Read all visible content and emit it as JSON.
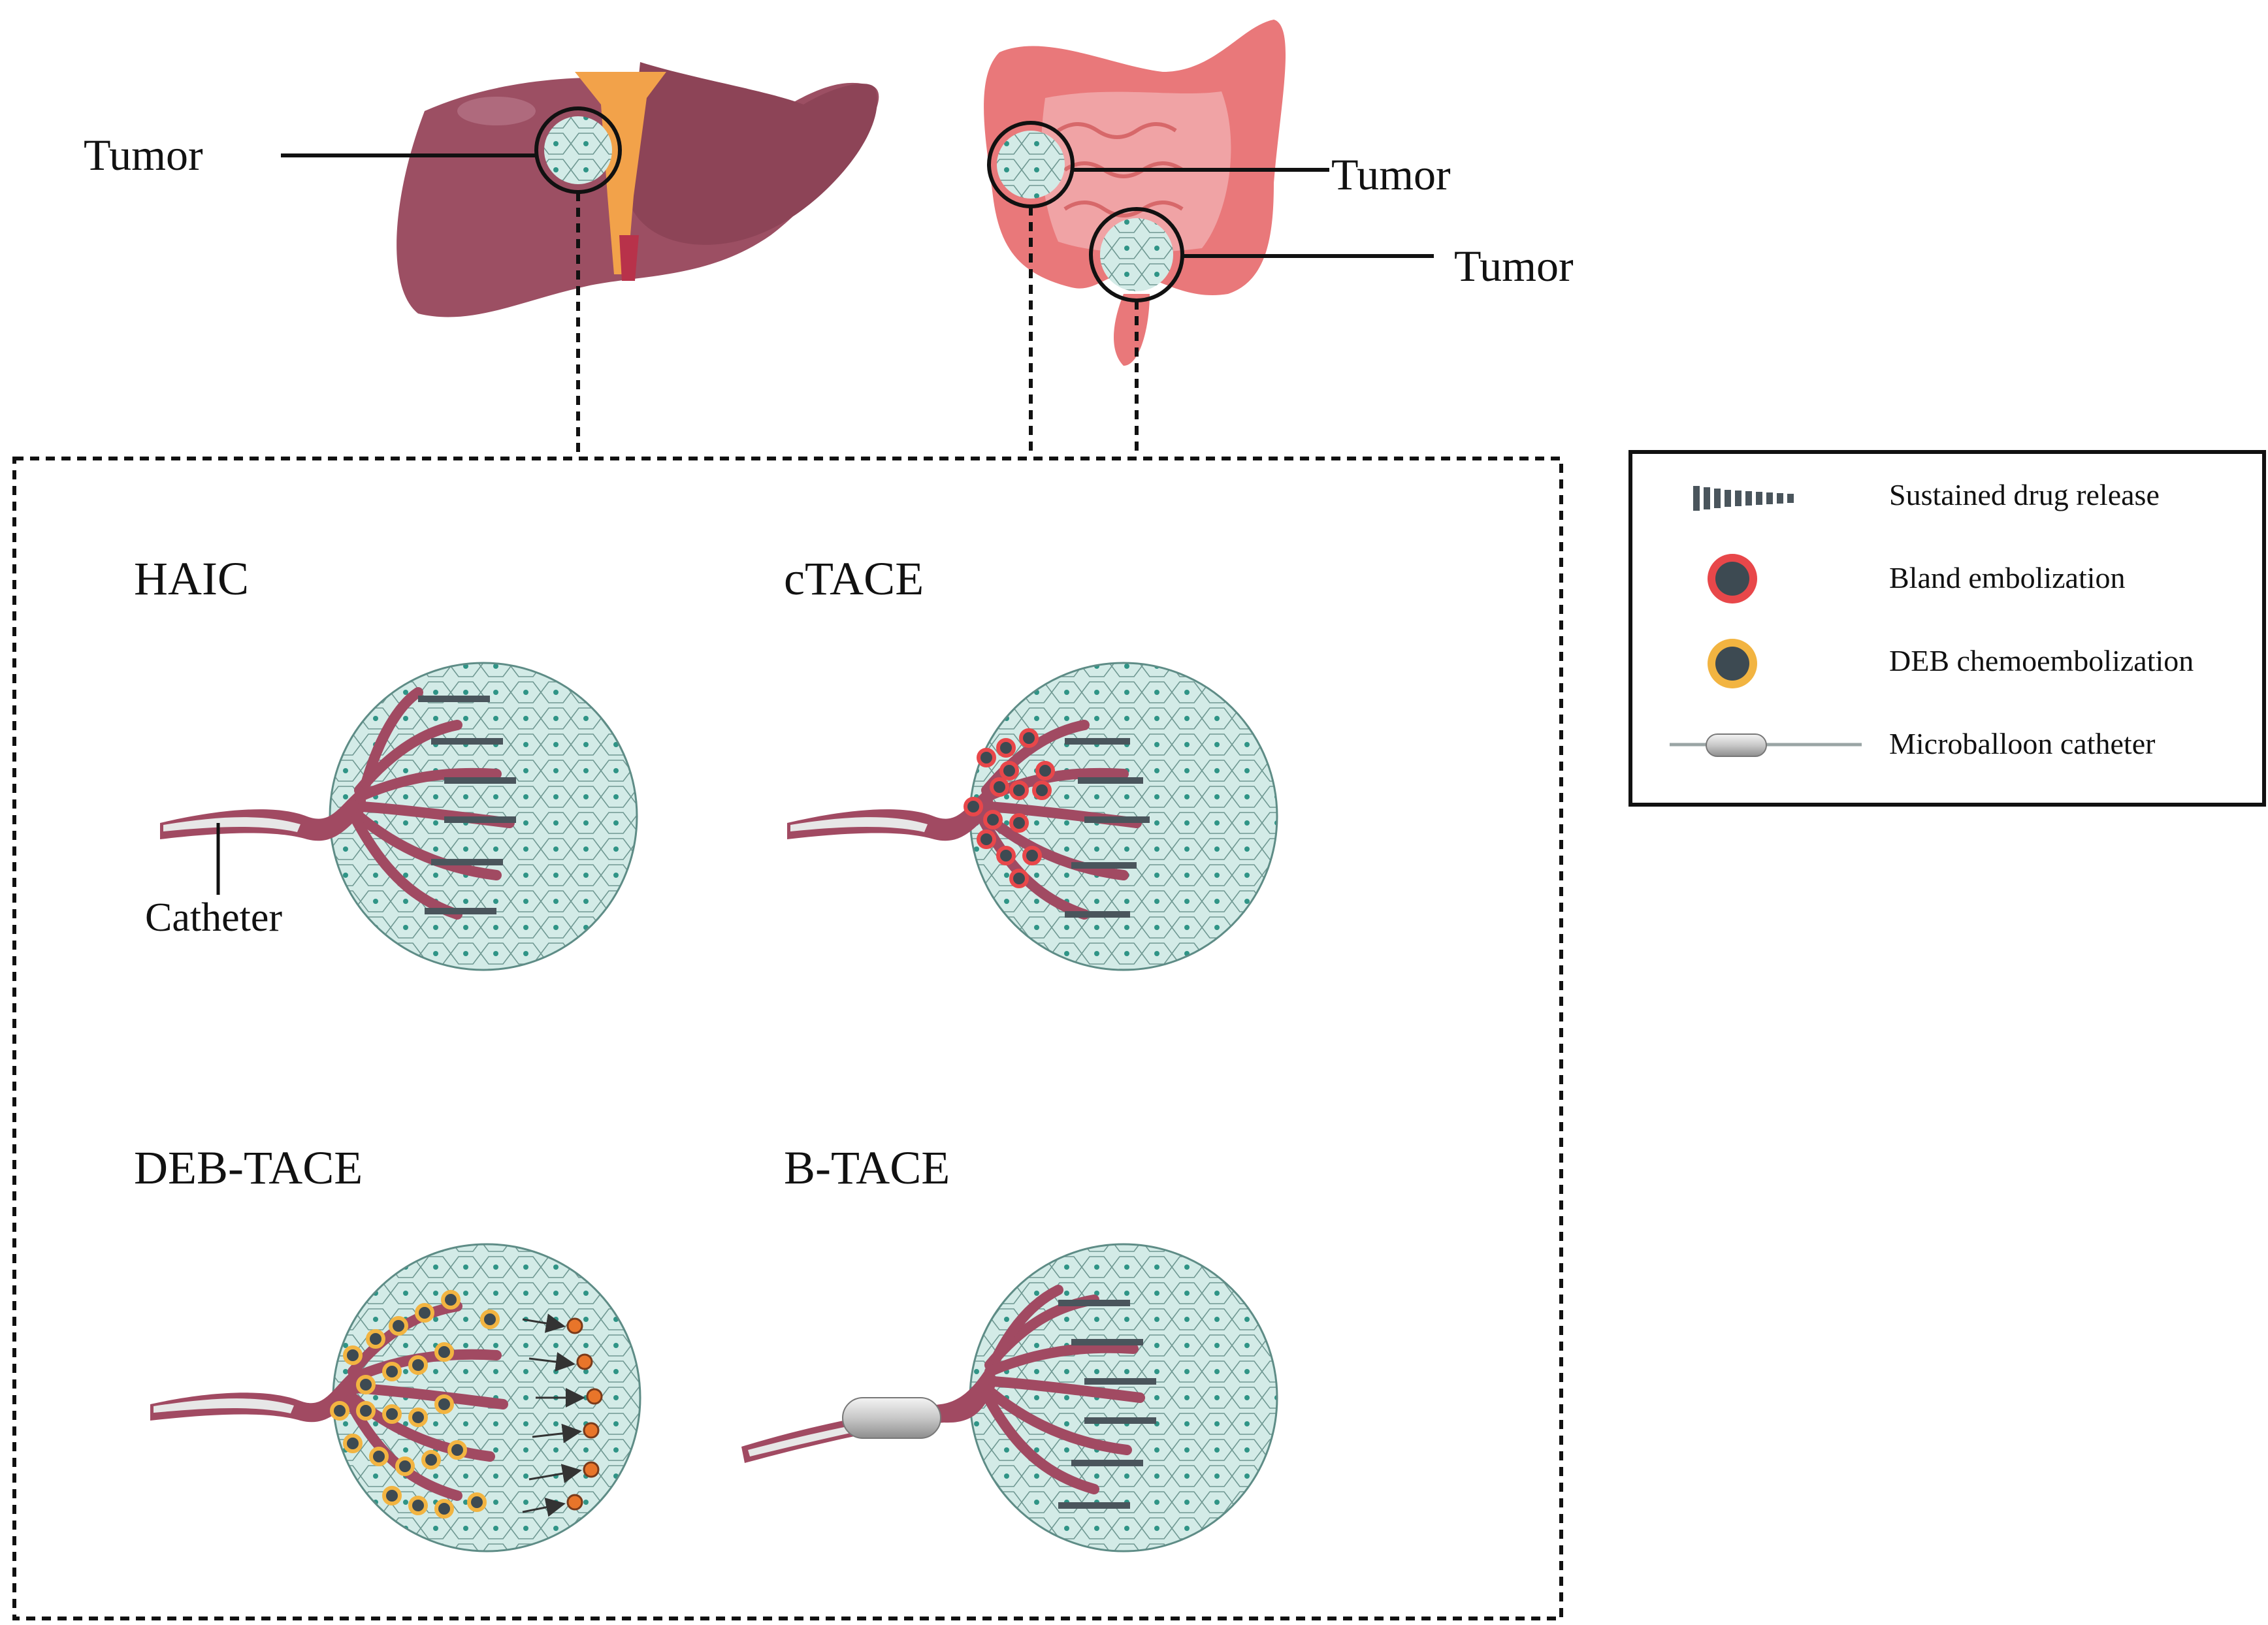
{
  "organs": {
    "liver_tumor_label": "Tumor",
    "colon_tumor_label_1": "Tumor",
    "colon_tumor_label_2": "Tumor"
  },
  "panels": {
    "haic": "HAIC",
    "ctace": "cTACE",
    "debtace": "DEB-TACE",
    "btace": "B-TACE",
    "catheter_label": "Catheter"
  },
  "legend": {
    "items": [
      {
        "label": "Sustained drug release",
        "icon": "drug-release-bars-icon"
      },
      {
        "label": "Bland embolization",
        "icon": "bland-embolization-bead-icon"
      },
      {
        "label": "DEB chemoembolization",
        "icon": "deb-bead-icon"
      },
      {
        "label": "Microballoon catheter",
        "icon": "microballoon-catheter-icon"
      }
    ]
  },
  "colors": {
    "liver": "#9c4f63",
    "vessel": "#a14a62",
    "tumor_cells": "#cfe8e4",
    "colon": "#e9787a",
    "bland_bead_ring": "#e8474a",
    "deb_bead_ring": "#f2b441",
    "bead_core": "#3d4a52",
    "drug_bar": "#4a555c",
    "orange_drug": "#e8752a"
  }
}
